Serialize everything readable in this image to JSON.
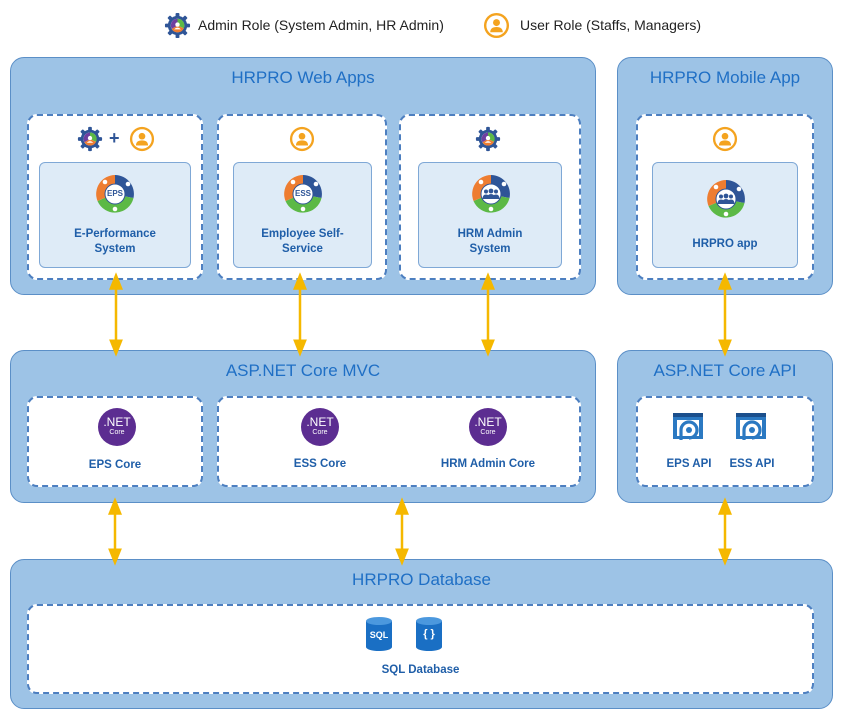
{
  "legend": {
    "admin_label": "Admin Role (System Admin, HR Admin)",
    "user_label": "User Role (Staffs, Managers)"
  },
  "web_apps": {
    "title": "HRPRO Web Apps",
    "apps": [
      {
        "label": "E-Performance System",
        "line1": "E-Performance",
        "line2": "System",
        "badge": "EPS",
        "roles": [
          "admin",
          "user"
        ]
      },
      {
        "label": "Employee Self-Service",
        "line1": "Employee Self-",
        "line2": "Service",
        "badge": "ESS",
        "roles": [
          "user"
        ]
      },
      {
        "label": "HRM Admin System",
        "line1": "HRM Admin",
        "line2": "System",
        "badge": "",
        "roles": [
          "admin"
        ]
      }
    ]
  },
  "mobile_app": {
    "title": "HRPRO Mobile App",
    "app_label": "HRPRO app"
  },
  "mvc": {
    "title": "ASP.NET Core MVC",
    "net_text": ".NET",
    "net_sub": "Core",
    "items": [
      {
        "label": "EPS Core"
      },
      {
        "label": "ESS Core"
      },
      {
        "label": "HRM Admin Core"
      }
    ]
  },
  "api": {
    "title": "ASP.NET Core API",
    "items": [
      {
        "label": "EPS API"
      },
      {
        "label": "ESS API"
      }
    ]
  },
  "database": {
    "title": "HRPRO Database",
    "sql_badge": "SQL",
    "json_badge": "{ }",
    "label": "SQL Database"
  },
  "colors": {
    "panel": "#9dc3e6",
    "title": "#1f6fc5",
    "arrow": "#f5b800",
    "cycle_orange": "#ee7d31",
    "cycle_blue": "#2f5597",
    "cycle_green": "#5cb946",
    "net_purple": "#5c2d91",
    "user_orange": "#f4a31f"
  }
}
